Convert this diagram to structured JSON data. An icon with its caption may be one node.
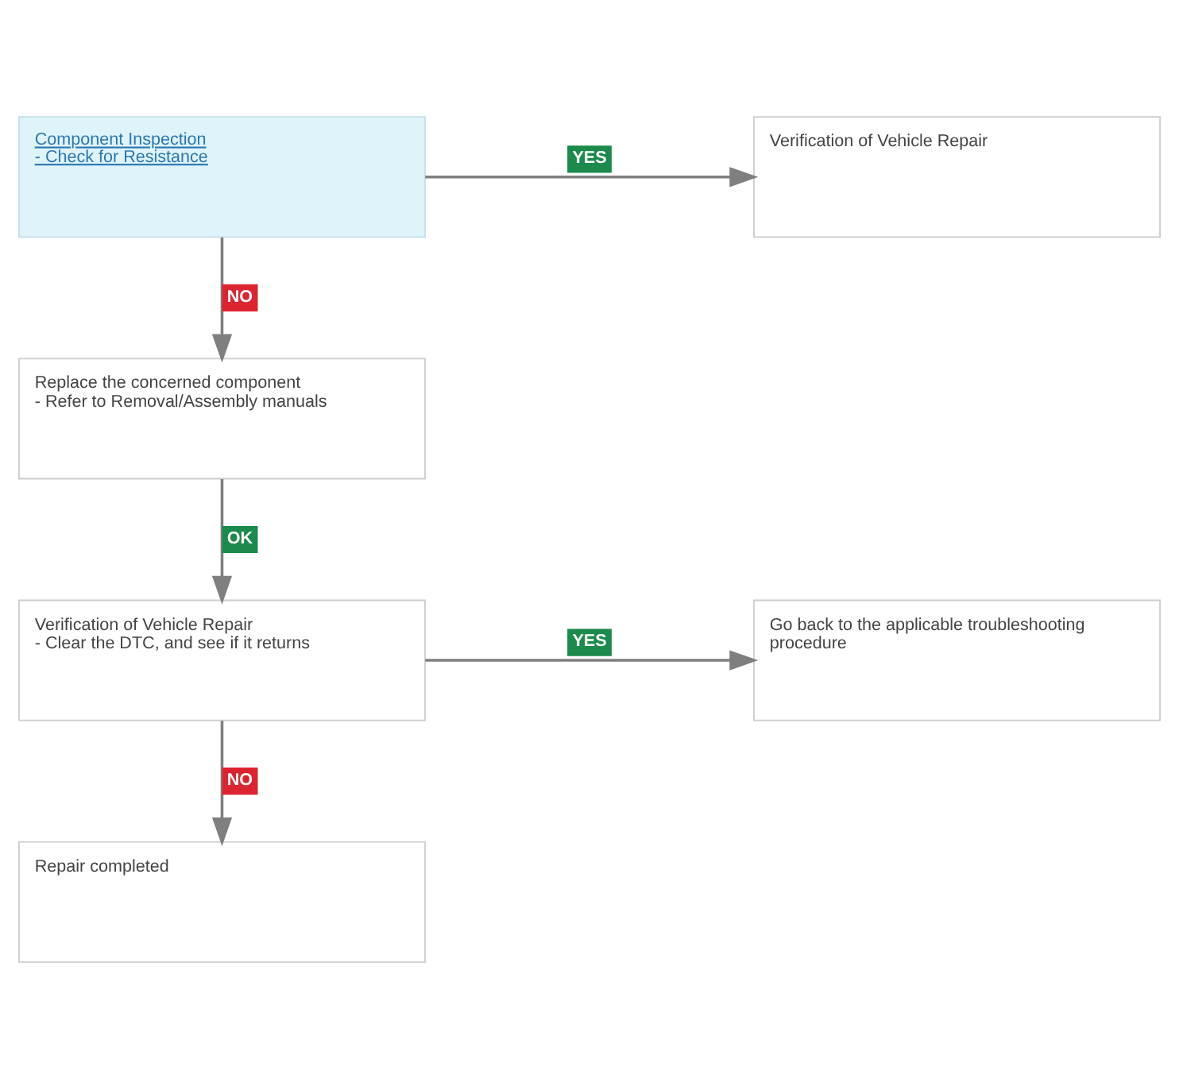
{
  "diagram": {
    "nodes": [
      {
        "text": [
          "Component Inspection",
          "- Check for Resistance"
        ]
      },
      {
        "text": [
          "Verification of Vehicle Repair"
        ]
      },
      {
        "text": [
          "Replace the concerned component",
          "- Refer to Removal/Assembly manuals"
        ]
      },
      {
        "text": [
          "Verification of Vehicle Repair",
          "- Clear the DTC, and see if it returns"
        ]
      },
      {
        "text": [
          "Go back to the applicable troubleshooting procedure"
        ]
      },
      {
        "text": [
          "Repair completed"
        ]
      }
    ],
    "edges": [
      {
        "from": 0,
        "to": 1,
        "arrow": "to",
        "label": "YES"
      },
      {
        "from": 0,
        "to": 2,
        "arrow": "to",
        "label": "NO"
      },
      {
        "from": 2,
        "to": 3,
        "arrow": "to",
        "label": "OK"
      },
      {
        "from": 3,
        "to": 4,
        "arrow": "to",
        "label": "YES"
      },
      {
        "from": 3,
        "to": 5,
        "arrow": "to",
        "label": "NO"
      }
    ]
  }
}
